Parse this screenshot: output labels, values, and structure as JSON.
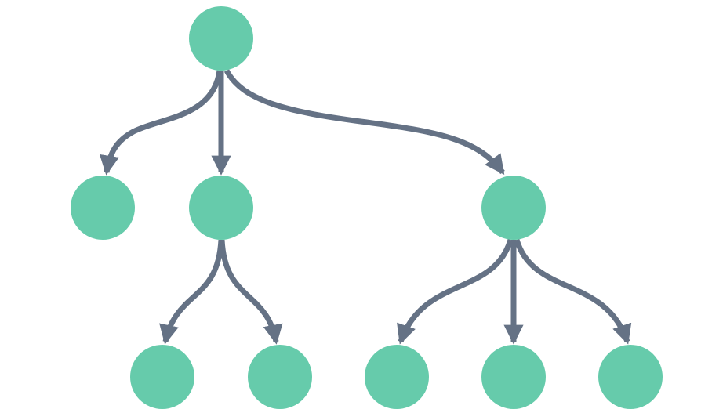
{
  "diagram": {
    "type": "tree",
    "colors": {
      "node_fill": "#66cbab",
      "edge_stroke": "#657285",
      "background": "#ffffff"
    },
    "nodes": [
      {
        "id": "root"
      },
      {
        "id": "child-1"
      },
      {
        "id": "child-2"
      },
      {
        "id": "child-3"
      },
      {
        "id": "grandchild-2a"
      },
      {
        "id": "grandchild-2b"
      },
      {
        "id": "grandchild-3a"
      },
      {
        "id": "grandchild-3b"
      },
      {
        "id": "grandchild-3c"
      }
    ],
    "edges": [
      {
        "from": "root",
        "to": "child-1"
      },
      {
        "from": "root",
        "to": "child-2"
      },
      {
        "from": "root",
        "to": "child-3"
      },
      {
        "from": "child-2",
        "to": "grandchild-2a"
      },
      {
        "from": "child-2",
        "to": "grandchild-2b"
      },
      {
        "from": "child-3",
        "to": "grandchild-3a"
      },
      {
        "from": "child-3",
        "to": "grandchild-3b"
      },
      {
        "from": "child-3",
        "to": "grandchild-3c"
      }
    ]
  }
}
